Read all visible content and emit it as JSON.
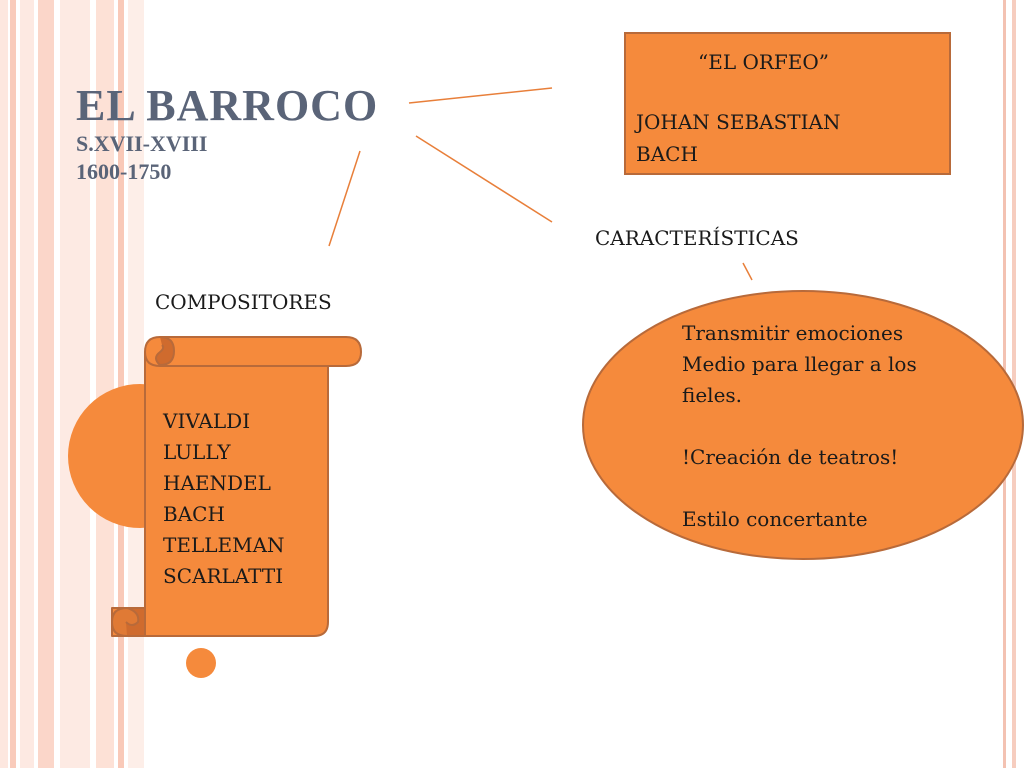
{
  "title": {
    "main": "EL BARROCO",
    "period": "S.XVII-XVIII",
    "years": "1600-1750"
  },
  "orfeo": {
    "title": "“EL ORFEO”",
    "lines": [
      "JOHAN SEBASTIAN",
      "BACH"
    ]
  },
  "caracteristicas": {
    "label": "CARACTERÍSTICAS",
    "items": [
      "Transmitir emociones",
      "Medio para llegar a los fieles.",
      "!Creación de teatros!",
      "Estilo concertante"
    ]
  },
  "compositores": {
    "label": "COMPOSITORES",
    "names": [
      "VIVALDI",
      "LULLY",
      "HAENDEL",
      "BACH",
      "TELLEMAN",
      "SCARLATTI"
    ]
  },
  "colors": {
    "accent": "#f58a3c",
    "accent_border": "#b86a3a",
    "title": "#5a6478",
    "stripe_light": "#fde3da",
    "stripe_mid": "#f9c7b7"
  }
}
